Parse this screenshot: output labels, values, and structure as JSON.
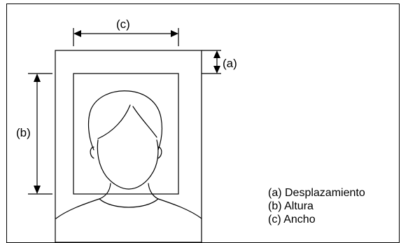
{
  "labels": {
    "offset": "(a)",
    "height": "(b)",
    "width": "(c)"
  },
  "legend": [
    "(a) Desplazamiento",
    "(b) Altura",
    "(c) Ancho"
  ]
}
